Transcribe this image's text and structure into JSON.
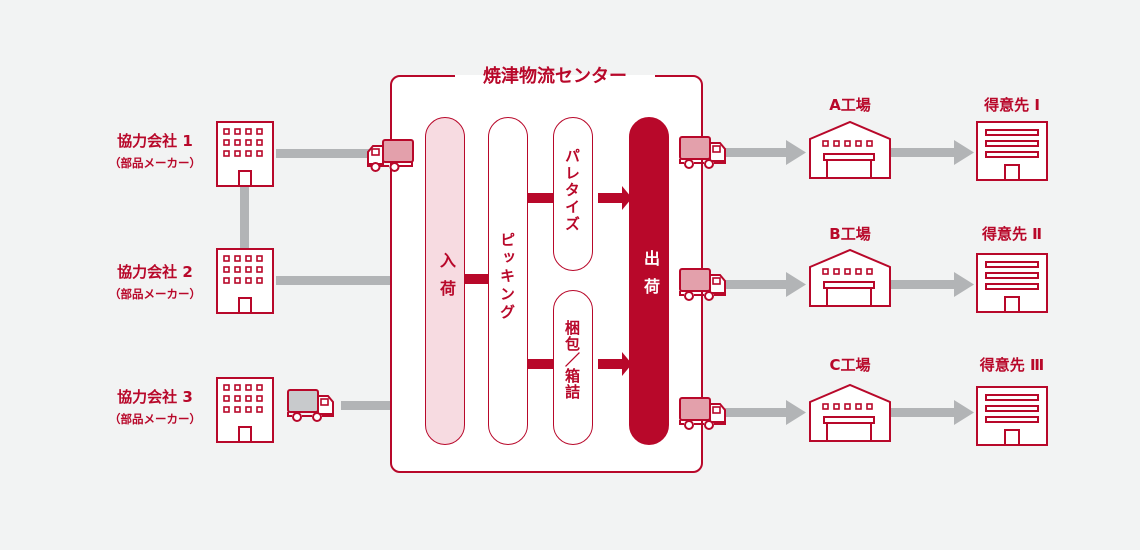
{
  "diagram": {
    "title": "焼津物流センター",
    "colors": {
      "primary": "#b8082a",
      "light_pink": "#f7dbe1",
      "truck_pink": "#e3a0ab",
      "arrow_gray": "#b2b4b6",
      "background": "#f2f3f3"
    },
    "suppliers": [
      {
        "name": "協力会社 1",
        "sub": "（部品メーカー）",
        "truck": "pink"
      },
      {
        "name": "協力会社 2",
        "sub": "（部品メーカー）",
        "truck": "none"
      },
      {
        "name": "協力会社 3",
        "sub": "（部品メーカー）",
        "truck": "gray"
      }
    ],
    "processes": {
      "receiving": "入荷",
      "picking": "ピッキング",
      "palletize": "パレタイズ",
      "packing": "梱包／箱詰",
      "shipping": "出荷"
    },
    "factories": [
      {
        "label": "A工場",
        "customer": "得意先 Ⅰ"
      },
      {
        "label": "B工場",
        "customer": "得意先 Ⅱ"
      },
      {
        "label": "C工場",
        "customer": "得意先 Ⅲ"
      }
    ]
  }
}
